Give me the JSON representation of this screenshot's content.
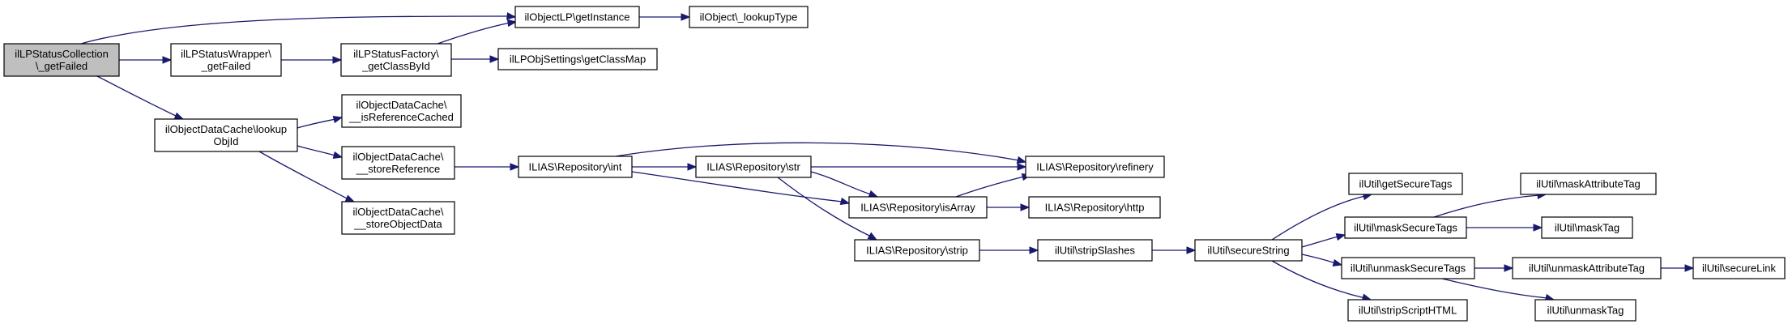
{
  "colors": {
    "edge": "#191970",
    "root_fill": "#bfbfbf",
    "node_fill": "#ffffff",
    "node_border": "#000000"
  },
  "nodes": {
    "root": [
      "ilLPStatusCollection",
      "\\_getFailed"
    ],
    "wrapper": [
      "ilLPStatusWrapper\\",
      "_getFailed"
    ],
    "factory": [
      "ilLPStatusFactory\\",
      "_getClassById"
    ],
    "lpinst": [
      "ilObjectLP\\getInstance"
    ],
    "lookuptype": [
      "ilObject\\_lookupType"
    ],
    "classmap": [
      "ilLPObjSettings\\getClassMap"
    ],
    "lookupobjid": [
      "ilObjectDataCache\\lookup",
      "ObjId"
    ],
    "isrefcached": [
      "ilObjectDataCache\\",
      "__isReferenceCached"
    ],
    "storeref": [
      "ilObjectDataCache\\",
      "__storeReference"
    ],
    "storeobj": [
      "ilObjectDataCache\\",
      "__storeObjectData"
    ],
    "int": [
      "ILIAS\\Repository\\int"
    ],
    "str": [
      "ILIAS\\Repository\\str"
    ],
    "refinery": [
      "ILIAS\\Repository\\refinery"
    ],
    "isarray": [
      "ILIAS\\Repository\\isArray"
    ],
    "http": [
      "ILIAS\\Repository\\http"
    ],
    "strip": [
      "ILIAS\\Repository\\strip"
    ],
    "stripslashes": [
      "ilUtil\\stripSlashes"
    ],
    "securestring": [
      "ilUtil\\secureString"
    ],
    "getsecuretags": [
      "ilUtil\\getSecureTags"
    ],
    "masksecuretags": [
      "ilUtil\\maskSecureTags"
    ],
    "unmasksecuretags": [
      "ilUtil\\unmaskSecureTags"
    ],
    "stripscripthtml": [
      "ilUtil\\stripScriptHTML"
    ],
    "maskattr": [
      "ilUtil\\maskAttributeTag"
    ],
    "masktag": [
      "ilUtil\\maskTag"
    ],
    "unmaskattr": [
      "ilUtil\\unmaskAttributeTag"
    ],
    "unmasktag": [
      "ilUtil\\unmaskTag"
    ],
    "securelink": [
      "ilUtil\\secureLink"
    ]
  }
}
